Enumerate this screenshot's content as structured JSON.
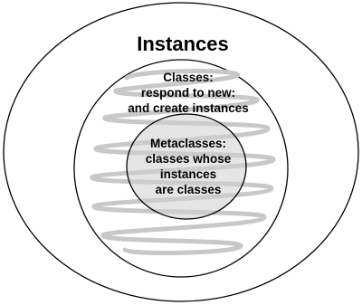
{
  "diagram": {
    "outer": {
      "title": "Instances"
    },
    "middle": {
      "lines": [
        "Classes:",
        "respond to new:",
        "and create instances"
      ]
    },
    "inner": {
      "lines": [
        "Metaclasses:",
        "classes whose",
        "instances",
        "are classes"
      ]
    },
    "colors": {
      "stroke": "#000000",
      "spiral": "#c8c8c8",
      "inner_fill": "#c8c8c8",
      "background": "#ffffff"
    }
  }
}
